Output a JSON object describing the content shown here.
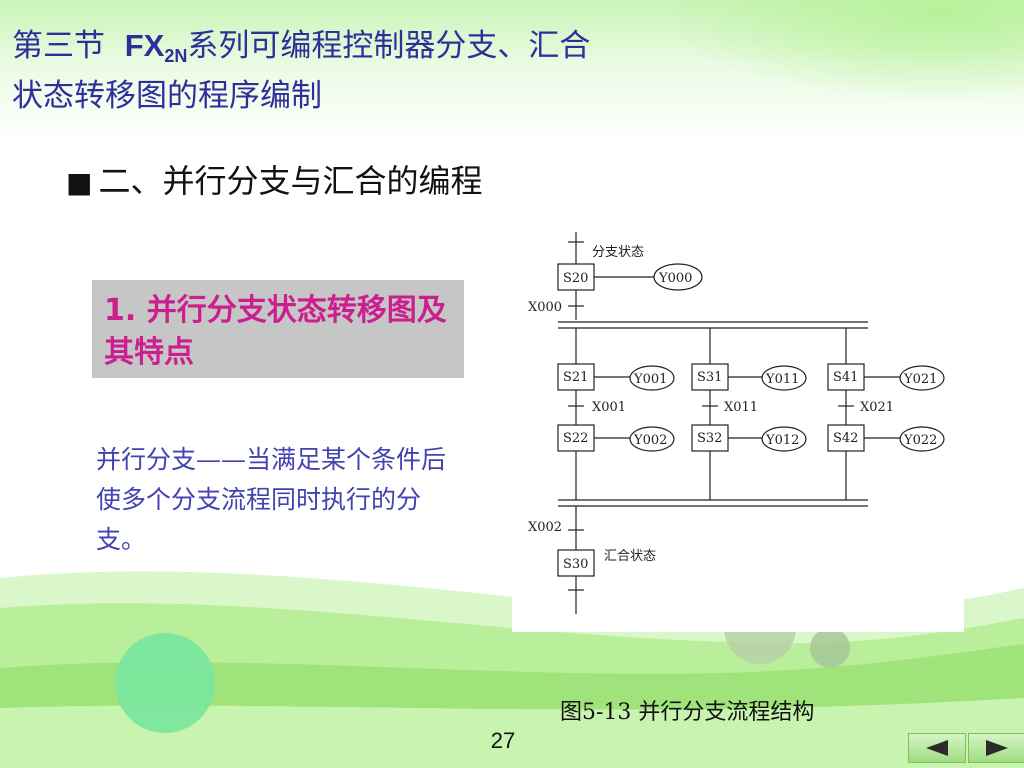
{
  "title": {
    "prefix": "第三节",
    "fx": "FX",
    "sub": "2N",
    "rest": "系列可编程控制器分支、汇合",
    "line2": "状态转移图的程序编制"
  },
  "section": {
    "bullet": "■",
    "text": "二、并行分支与汇合的编程"
  },
  "highlight_box": {
    "text": "1. 并行分支状态转移图及其特点"
  },
  "paragraph": "并行分支——当满足某个条件后使多个分支流程同时执行的分支。",
  "diagram": {
    "branch_state_label": "分支状态",
    "merge_state_label": "汇合状态",
    "top_step": "S20",
    "top_output": "Y000",
    "entry_condition": "X000",
    "merge_condition": "X002",
    "merge_step": "S30",
    "branches": [
      {
        "step1": "S21",
        "out1": "Y001",
        "cond": "X001",
        "step2": "S22",
        "out2": "Y002"
      },
      {
        "step1": "S31",
        "out1": "Y011",
        "cond": "X011",
        "step2": "S32",
        "out2": "Y012"
      },
      {
        "step1": "S41",
        "out1": "Y021",
        "cond": "X021",
        "step2": "S42",
        "out2": "Y022"
      }
    ]
  },
  "caption": "图5-13 并行分支流程结构",
  "page_number": "27",
  "nav": {
    "prev": "◀",
    "next": "▶"
  },
  "colors": {
    "title": "#2f2f9b",
    "highlight_text": "#cc1f8f",
    "paragraph": "#4242b0",
    "green": "#9fdc80"
  }
}
